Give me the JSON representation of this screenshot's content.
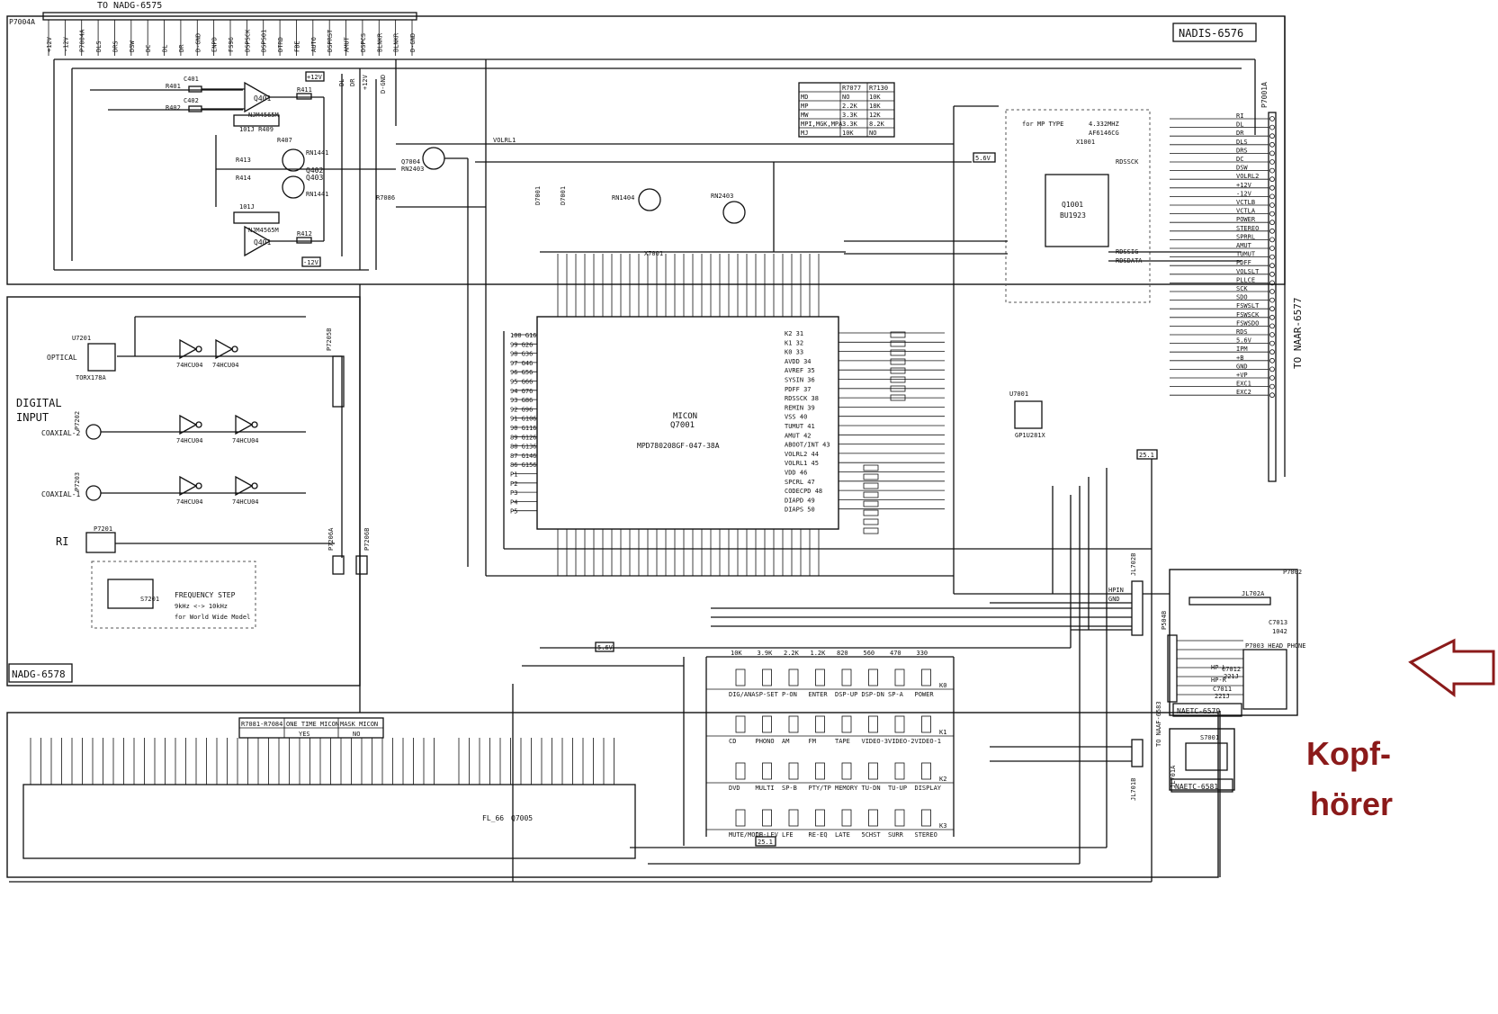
{
  "boards": {
    "top_connector_to": "TO  NADG-6575",
    "main_board": "NADIS-6576",
    "digital_board": "NADG-6578",
    "right_connector_to": "TO NAAR-6577",
    "headphone_board": "NAETC-6579",
    "key_board": "NAETC-6581",
    "to_naaf": "TO NAAF-6583"
  },
  "connectors": {
    "p7004a": "P7004A",
    "p7001a": "P7001A",
    "p7002": "P7002",
    "p7003": "P7003 HEAD PHONE",
    "p7201": "P7201",
    "p7202": "P7202",
    "p7203": "P7203",
    "p7206a": "P7206A",
    "p7206b": "P7206B",
    "p7205b": "P7205B",
    "p504b": "P504B",
    "jl702b": "JL702B",
    "jl701b": "JL701B",
    "jl702a": "JL702A",
    "jl701a": "JL701A"
  },
  "top_pins": [
    "+12V",
    "-12V",
    "P7004A",
    "DLS",
    "DRS",
    "DSW",
    "DC",
    "DL",
    "DR",
    "D-GND",
    "ENPD",
    "FS96",
    "DSPSCK",
    "DSPSO1",
    "DTRD",
    "FBE",
    "AUTO",
    "DSPRST",
    "AMUT",
    "DSPCS",
    "BLNKR",
    "BLNKR",
    "D-GND"
  ],
  "right_pins": [
    "RI",
    "DL",
    "DR",
    "DLS",
    "DRS",
    "DC",
    "DSW",
    "VOLRL2",
    "+12V",
    "-12V",
    "VCTLB",
    "VCTLA",
    "POWER",
    "STEREO",
    "SPRRL",
    "AMUT",
    "TUMUT",
    "PDFF",
    "VOLSLT",
    "PLLCE",
    "SCK",
    "SDO",
    "FSWSLT",
    "FSWSCK",
    "FSWSDO",
    "RDS",
    "5.6V",
    "IPM",
    "+B",
    "GND",
    "+VP",
    "EXC1",
    "EXC2"
  ],
  "ic": {
    "micon_label": "MICON",
    "micon_ref": "Q7001",
    "micon_part": "MPD780208GF-047-38A",
    "opamp1": "NJM4565M",
    "opamp2": "NJM4565M",
    "q401": "Q401",
    "q402": "Q402",
    "q403": "Q403",
    "q7004": "Q7004",
    "q7004_part": "RN2403",
    "rds_ref": "Q1001",
    "rds_part": "BU1923",
    "inverter": "74HCU04",
    "optical": "TORX178A",
    "u7201": "U7201",
    "u7001": "U7001",
    "remote_part": "GP1U281X",
    "rn1441_a": "RN1441",
    "rn1441_b": "RN1441",
    "rn1404": "RN1404",
    "rn2403": "RN2403",
    "fl_tube": "FL_66",
    "fl_ref": "Q7005"
  },
  "labels": {
    "digital_input": "DIGITAL",
    "digital_input2": "INPUT",
    "optical": "OPTICAL",
    "coaxial2": "COAXIAL-2",
    "coaxial1": "COAXIAL-1",
    "ri": "RI",
    "freq_step": "FREQUENCY STEP",
    "freq_values": "9kHz <-> 10kHz",
    "freq_model": "for World Wide Model",
    "s7201": "S7201",
    "s7001": "S7001",
    "for_mp": "for MP TYPE",
    "xtal_freq": "4.332MHZ",
    "xtal_part": "AF6146CG",
    "xtal_ref": "X1001",
    "rdssck": "RDSSCK",
    "rdssig": "RDSSIG",
    "rdsdata": "RDSDATA",
    "volrl1": "VOLRL1",
    "v56_a": "5.6V",
    "v56_b": "5.6V",
    "v25_a": "25.1",
    "v25_b": "25.1",
    "plus12": "+12V",
    "minus12": "-12V",
    "dl_label": "DL",
    "dr_label": "DR",
    "plus12b": "+12V",
    "dgnd": "D-GND",
    "headphone_hpin": "HPIN",
    "gnd": "GND",
    "hp_l": "HP-L",
    "hp_r": "HP-R"
  },
  "option_table": {
    "headers": [
      "",
      "R7077",
      "R7130"
    ],
    "rows": [
      [
        "MD",
        "NO",
        "10K"
      ],
      [
        "MP",
        "2.2K",
        "18K"
      ],
      [
        "MW",
        "3.3K",
        "12K"
      ],
      [
        "MPI,MGK,MPA",
        "3.3K",
        "8.2K"
      ],
      [
        "MJ",
        "10K",
        "NO"
      ]
    ]
  },
  "micon_table": {
    "headers": [
      "R7081-R7084",
      "ONE TIME MICON",
      "MASK MICON"
    ],
    "values": [
      "",
      "YES",
      "NO"
    ]
  },
  "resistor_ladder": {
    "values": [
      "10K",
      "3.9K",
      "2.2K",
      "1.2K",
      "820",
      "560",
      "470",
      "330"
    ],
    "row1": [
      "DIG/ANA",
      "SP-SET",
      "P-ON",
      "ENTER",
      "DSP-UP",
      "DSP-DN",
      "SP-A",
      "POWER"
    ],
    "row2": [
      "CD",
      "PHONO",
      "AM",
      "FM",
      "TAPE",
      "VIDEO-3",
      "VIDEO-2",
      "VIDEO-1"
    ],
    "row3": [
      "DVD",
      "MULTI",
      "SP-B",
      "PTY/TP",
      "MEMORY",
      "TU-DN",
      "TU-UP",
      "DISPLAY"
    ],
    "row4": [
      "MUTE/MODE",
      "CH-LEV",
      "LFE",
      "RE-EQ",
      "LATE",
      "5CHST",
      "SURR",
      "STEREO"
    ],
    "ko_labels": [
      "K0",
      "K1",
      "K2",
      "K3"
    ]
  },
  "micon_pins_left": [
    "100 G16",
    "99 G26",
    "98 G36",
    "97 G46",
    "96 G56",
    "95 G66",
    "94 G76",
    "93 G86",
    "92 G96",
    "91 G106",
    "90 G116",
    "89 G126",
    "88 G136",
    "87 G146",
    "86 G156",
    "P1",
    "P2",
    "P3",
    "P4",
    "P5"
  ],
  "micon_pins_right": [
    "K2 31",
    "K1 32",
    "K0 33",
    "AVDD 34",
    "AVREF 35",
    "SYSIN 36",
    "PDFF 37",
    "RDSSCK 38",
    "REMIN 39",
    "VSS 40",
    "TUMUT 41",
    "AMUT 42",
    "ABOOT/INT 43",
    "VOLRL2 44",
    "VOLRL1 45",
    "VDD 46",
    "SPCRL 47",
    "CODECPD 48",
    "DIAPD 49",
    "DIAPS 50"
  ],
  "headphone_caps": [
    "C7013",
    "1042",
    "C7012",
    "221J",
    "C7011",
    "221J"
  ],
  "annotation": {
    "line1": "Kopf-",
    "line2": "hörer",
    "color": "#8b1a1a"
  }
}
